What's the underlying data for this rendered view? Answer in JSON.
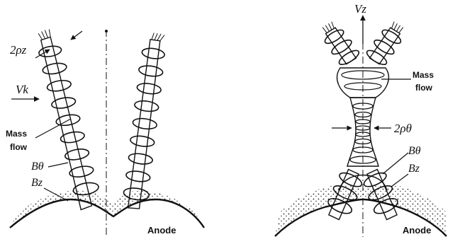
{
  "left_panel": {
    "label_2rho_z": "2ρz",
    "label_v_k": "Vk",
    "label_mass_flow": [
      "Mass",
      "flow"
    ],
    "label_b_theta": "Bθ",
    "label_b_z": "Bz",
    "label_anode": "Anode"
  },
  "right_panel": {
    "label_v_z": "Vz",
    "label_mass_flow": [
      "Mass",
      "flow"
    ],
    "label_2rho_theta": "2ρθ",
    "label_b_theta": "Bθ",
    "label_b_z": "Bz",
    "label_anode": "Anode"
  },
  "colors": {
    "ink": "#111111",
    "background": "#ffffff"
  }
}
